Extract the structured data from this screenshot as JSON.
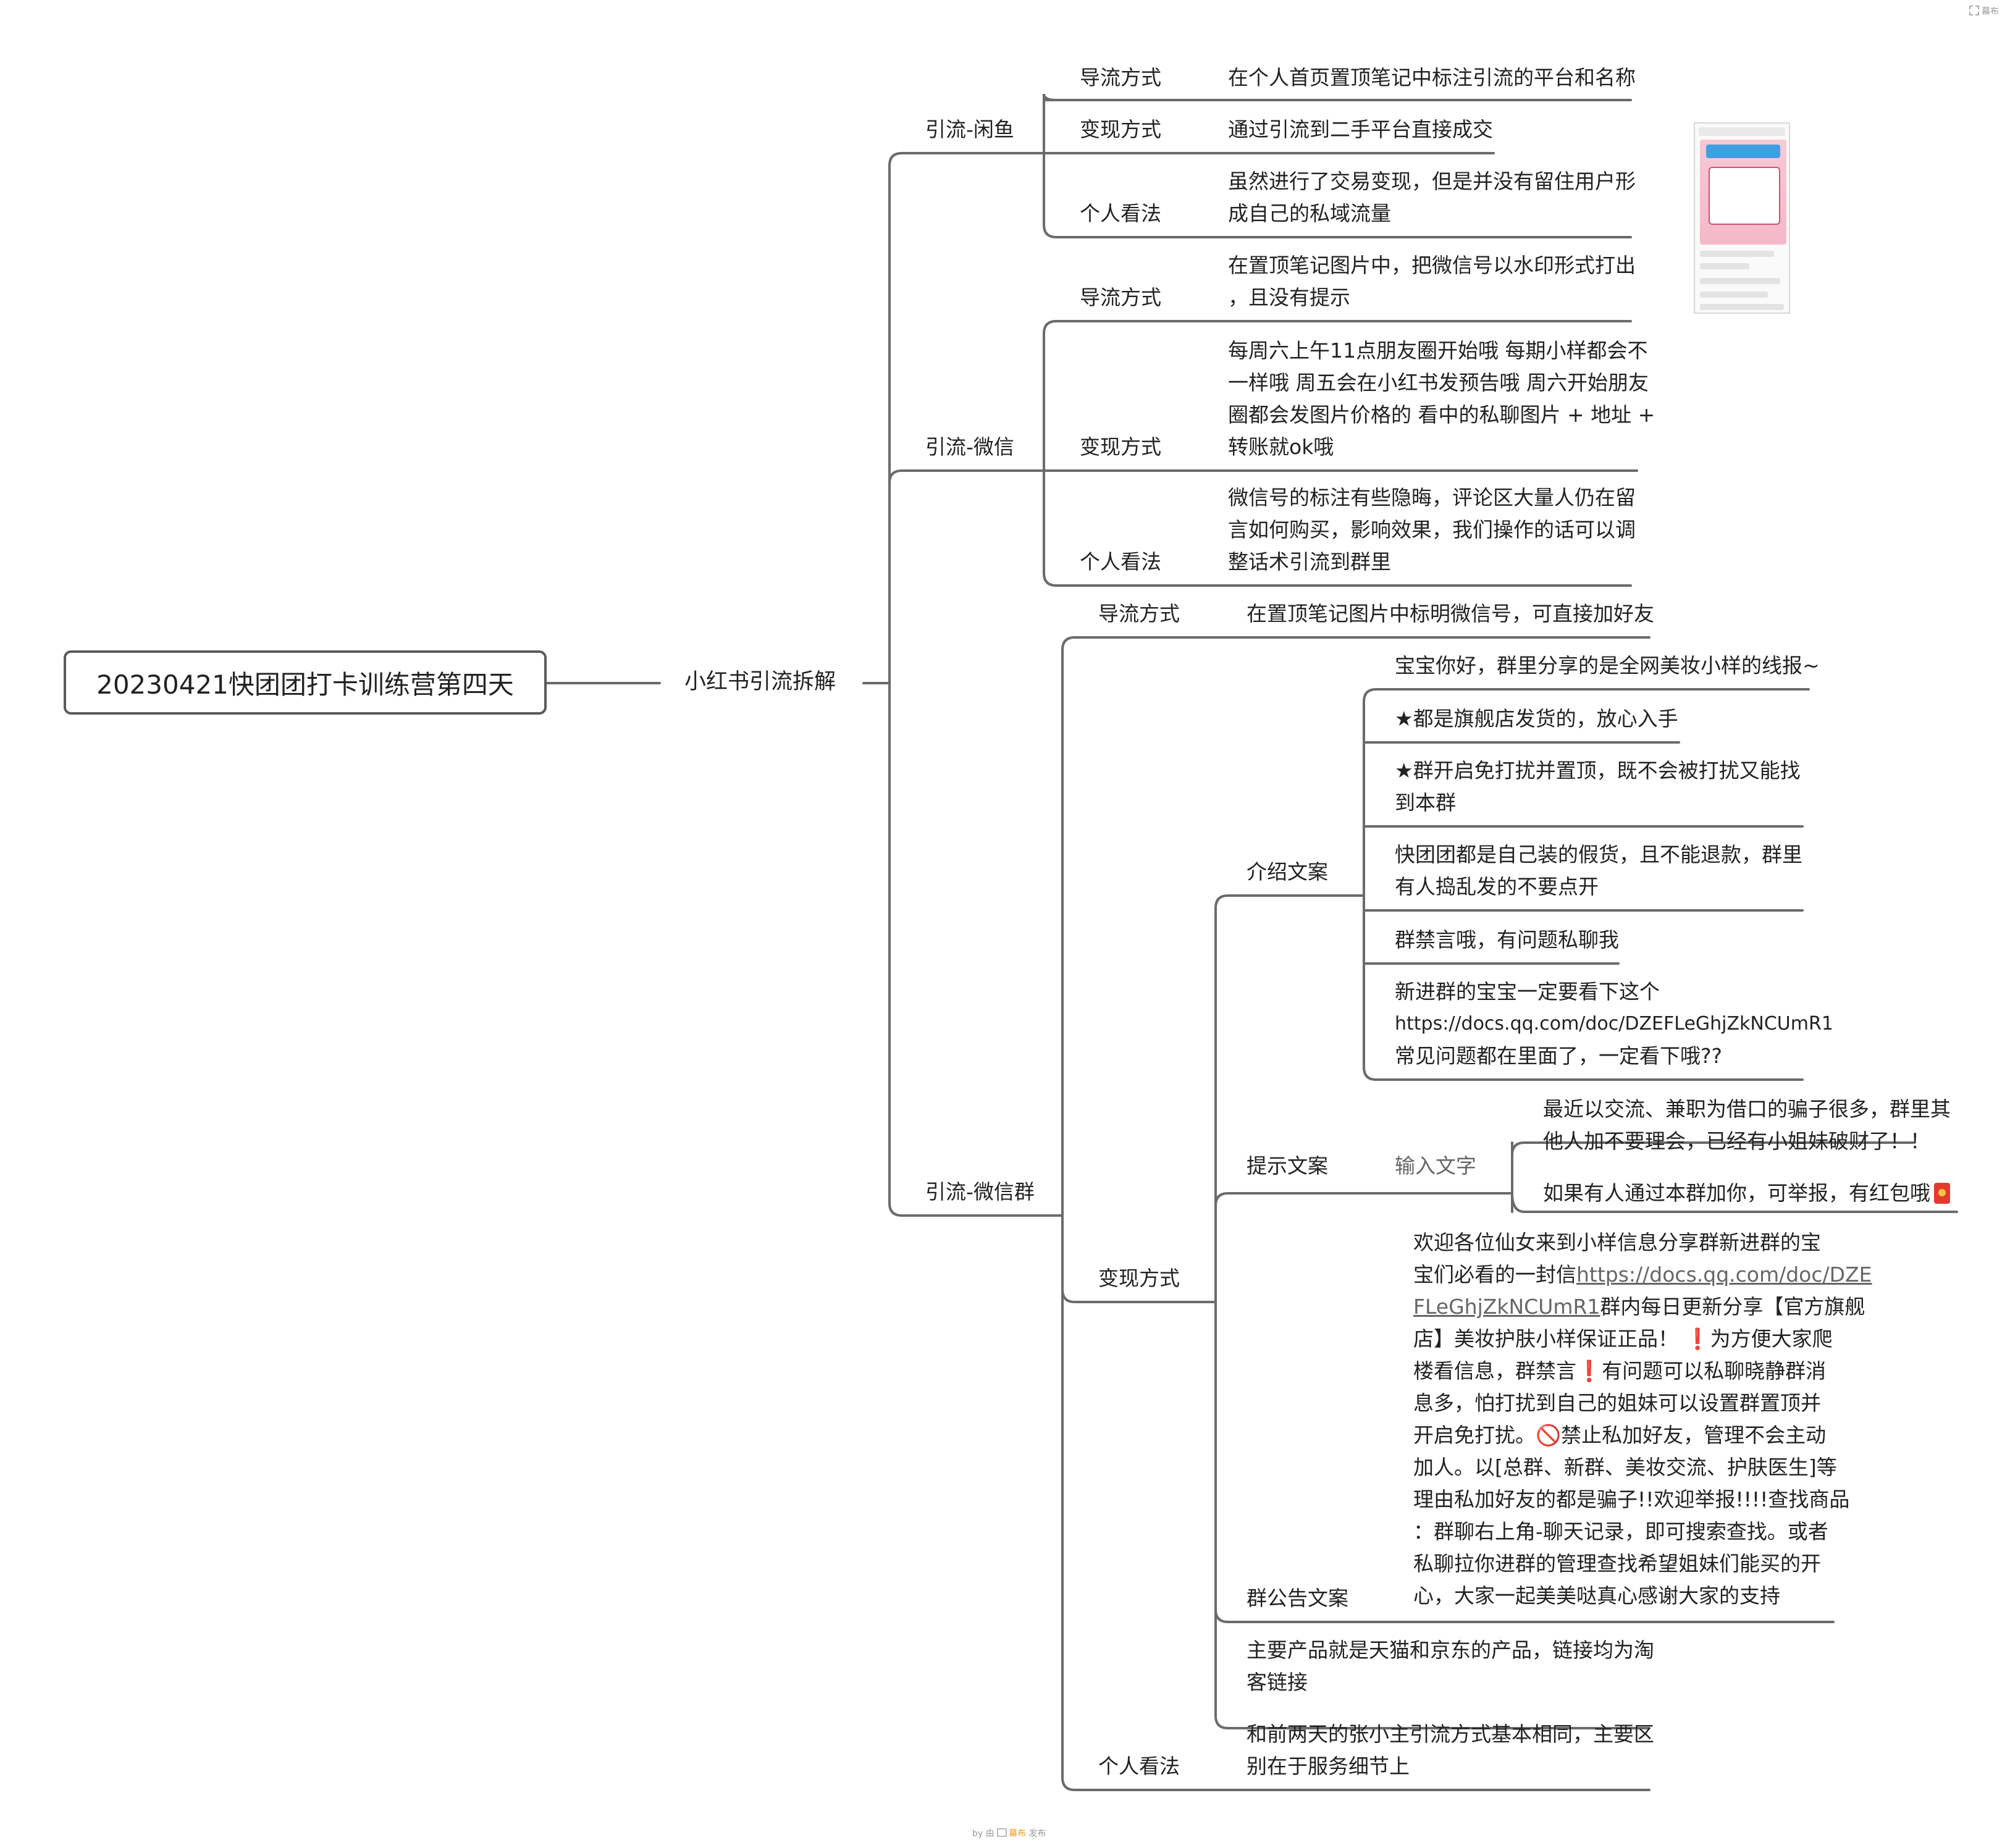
{
  "root": "20230421快团团打卡训练营第四天",
  "topic": "小红书引流拆解",
  "xianyu": {
    "label": "引流-闲鱼",
    "guide_label": "导流方式",
    "guide_text": "在个人首页置顶笔记中标注引流的平台和名称",
    "monetize_label": "变现方式",
    "monetize_text": "通过引流到二手平台直接成交",
    "opinion_label": "个人看法",
    "opinion_lines": [
      "虽然进行了交易变现，但是并没有留住用户形",
      "成自己的私域流量"
    ]
  },
  "wechat": {
    "label": "引流-微信",
    "guide_label": "导流方式",
    "guide_lines": [
      "在置顶笔记图片中，把微信号以水印形式打出",
      "，且没有提示"
    ],
    "monetize_label": "变现方式",
    "monetize_lines": [
      "每周六上午11点朋友圈开始哦 每期小样都会不",
      "一样哦 周五会在小红书发预告哦 周六开始朋友",
      "圈都会发图片价格的 看中的私聊图片 + 地址 +",
      "转账就ok哦"
    ],
    "opinion_label": "个人看法",
    "opinion_lines": [
      "微信号的标注有些隐晦，评论区大量人仍在留",
      "言如何购买，影响效果，我们操作的话可以调",
      "整话术引流到群里"
    ]
  },
  "group": {
    "label": "引流-微信群",
    "guide_label": "导流方式",
    "guide_text": "在置顶笔记图片中标明微信号，可直接加好友",
    "monetize_label": "变现方式",
    "intro": {
      "label": "介绍文案",
      "items": [
        [
          "宝宝你好，群里分享的是全网美妆小样的线报~"
        ],
        [
          "★都是旗舰店发货的，放心入手"
        ],
        [
          "★群开启免打扰并置顶，既不会被打扰又能找",
          "到本群"
        ],
        [
          "快团团都是自己装的假货，且不能退款，群里",
          "有人捣乱发的不要点开"
        ],
        [
          "群禁言哦，有问题私聊我"
        ],
        [
          "新进群的宝宝一定要看下这个",
          "https://docs.qq.com/doc/DZEFLeGhjZkNCUmR1",
          "常见问题都在里面了，一定看下哦??"
        ]
      ]
    },
    "tips": {
      "label": "提示文案",
      "placeholder": "输入文字",
      "items": [
        [
          "最近以交流、兼职为借口的骗子很多，群里其",
          "他人加不要理会，已经有小姐妹破财了！！"
        ],
        [
          "如果有人通过本群加你，可举报，有红包哦"
        ]
      ],
      "red_packet_icon": "red-envelope-icon"
    },
    "notice": {
      "label": "群公告文案",
      "line1": "欢迎各位仙女来到小样信息分享群新进群的宝",
      "line2_pre": "宝们必看的一封信",
      "line2_link": "https://docs.qq.com/doc/DZE",
      "line3_link": "FLeGhjZkNCUmR1",
      "line3_post": "群内每日更新分享【官方旗舰",
      "lines_rest": [
        "店】美妆护肤小样保证正品！ ❗为方便大家爬",
        "楼看信息，群禁言❗有问题可以私聊晓静群消",
        "息多，怕打扰到自己的姐妹可以设置群置顶并",
        "开启免打扰。🚫禁止私加好友，管理不会主动",
        "加人。以[总群、新群、美妆交流、护肤医生]等",
        "理由私加好友的都是骗子!!欢迎举报!!!!查找商品",
        "：群聊右上角-聊天记录，即可搜索查找。或者",
        "私聊拉你进群的管理查找希望姐妹们能买的开",
        "心，大家一起美美哒真心感谢大家的支持"
      ]
    },
    "products_lines": [
      "主要产品就是天猫和京东的产品，链接均为淘",
      "客链接"
    ],
    "opinion_label": "个人看法",
    "opinion_lines": [
      "和前两天的张小主引流方式基本相同，主要区",
      "别在于服务细节上"
    ]
  },
  "corner_label": "幕布",
  "footer": {
    "pre": "by 由 ",
    "brand": "幕布",
    "post": " 发布"
  },
  "colors": {
    "line": "#6b6b6b",
    "text": "#222222",
    "muted": "#666666",
    "brand": "#f39a1e"
  }
}
